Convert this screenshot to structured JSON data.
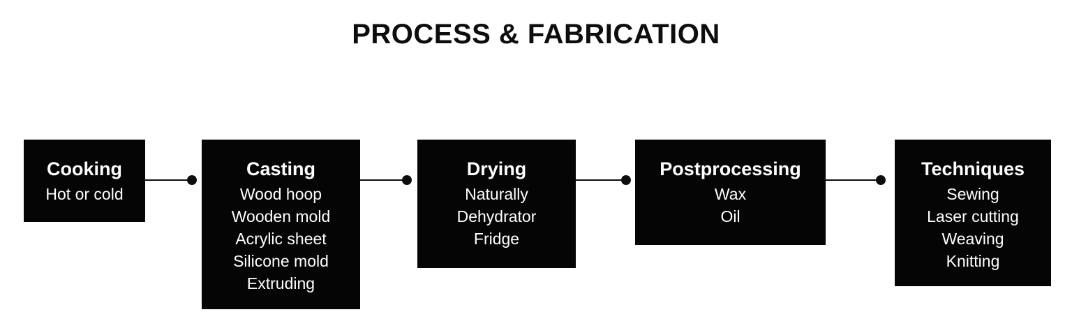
{
  "page": {
    "title": "PROCESS & FABRICATION"
  },
  "flow": {
    "connector_style": "line-with-filled-dot",
    "steps": [
      {
        "title": "Cooking",
        "items": [
          "Hot or cold"
        ]
      },
      {
        "title": "Casting",
        "items": [
          "Wood hoop",
          "Wooden mold",
          "Acrylic sheet",
          "Silicone mold",
          "Extruding"
        ]
      },
      {
        "title": "Drying",
        "items": [
          "Naturally",
          "Dehydrator",
          "Fridge"
        ]
      },
      {
        "title": "Postprocessing",
        "items": [
          "Wax",
          "Oil"
        ]
      },
      {
        "title": "Techniques",
        "items": [
          "Sewing",
          "Laser cutting",
          "Weaving",
          "Knitting"
        ]
      }
    ]
  },
  "colors": {
    "background": "#ffffff",
    "box_background": "#050505",
    "box_text": "#ffffff",
    "heading_text": "#0d0d0d",
    "connector": "#0d0d0d"
  }
}
